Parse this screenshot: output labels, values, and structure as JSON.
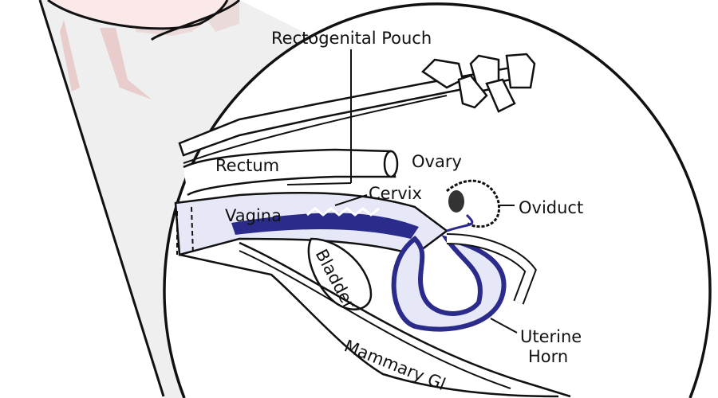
{
  "labels": {
    "pouch": "Rectogenital Pouch",
    "rectum": "Rectum",
    "ovary": "Ovary",
    "cervix": "Cervix",
    "oviduct": "Oviduct",
    "vagina": "Vagina",
    "bladder": "Bladder",
    "uterine1": "Uterine",
    "uterine2": "Horn",
    "mammary": "Mammary Gl"
  },
  "colors": {
    "tract": "#2b2b8c",
    "tract_light": "#e6e8f8",
    "cow": "#e8c4c4",
    "cone": "#eeeeee"
  }
}
